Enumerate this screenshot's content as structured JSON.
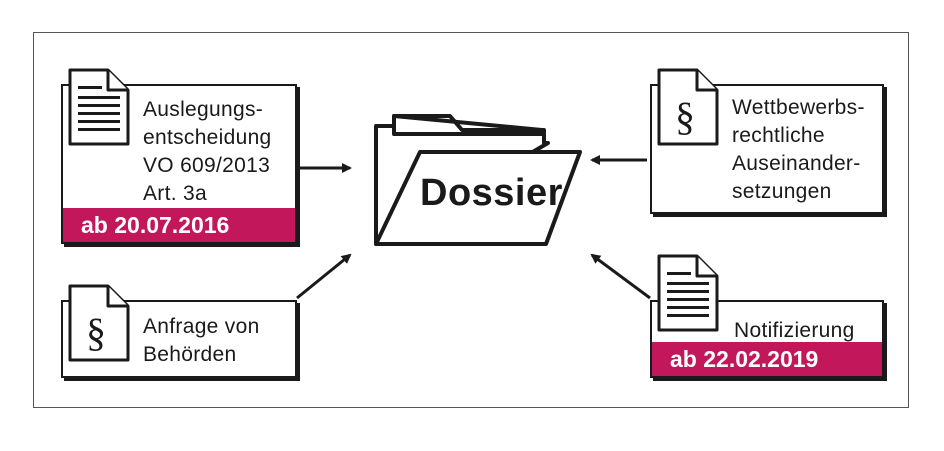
{
  "nodes": {
    "top_left": {
      "text": "Auslegungs-\nentscheidung\nVO 609/2013\nArt. 3a",
      "badge": "ab 20.07.2016",
      "icon": "document-lines-icon"
    },
    "bottom_left": {
      "text": "Anfrage von\nBehörden",
      "icon": "paragraph-document-icon"
    },
    "top_right": {
      "text": "Wettbewerbs-\nrechtliche\nAuseinander-\nsetzungen",
      "icon": "paragraph-document-icon"
    },
    "bottom_right": {
      "text": "Notifizierung",
      "badge": "ab 22.02.2019",
      "icon": "document-lines-icon"
    }
  },
  "center": {
    "label": "Dossier",
    "icon": "folder-icon"
  },
  "colors": {
    "badge": "#c2185b",
    "stroke": "#1a1a1a"
  }
}
